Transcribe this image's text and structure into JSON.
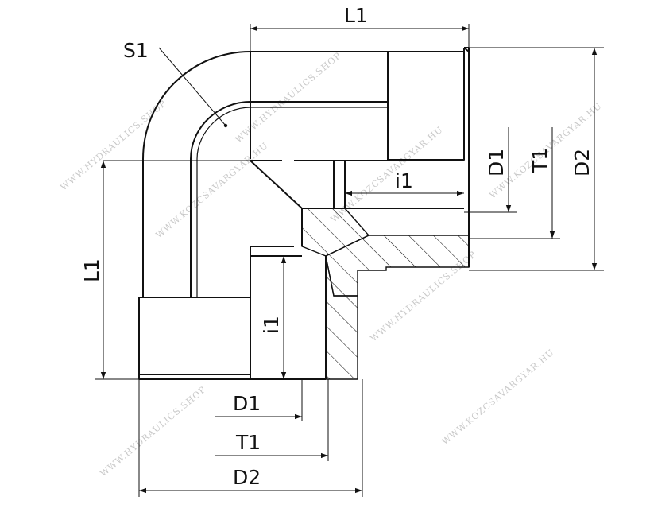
{
  "labels": {
    "s1": "S1",
    "l1_top": "L1",
    "l1_left": "L1",
    "d1_right": "D1",
    "t1_right": "T1",
    "d2_right": "D2",
    "i1_right": "i1",
    "i1_bottom": "i1",
    "d1_bottom": "D1",
    "t1_bottom": "T1",
    "d2_bottom": "D2"
  },
  "watermarks": [
    "WWW.HYDRAULICS.SHOP",
    "WWW.KOZCSAVARGYAR.HU",
    "WWW.HYDRAULICS.SHOP",
    "WWW.KOZCSAVARGYAR.HU",
    "WWW.HYDRAULICS.SHOP",
    "WWW.KOZCSAVARGYAR.HU",
    "WWW.HYDRAULICS.SHOP",
    "WWW.KOZCSAVARGYAR.HU"
  ]
}
